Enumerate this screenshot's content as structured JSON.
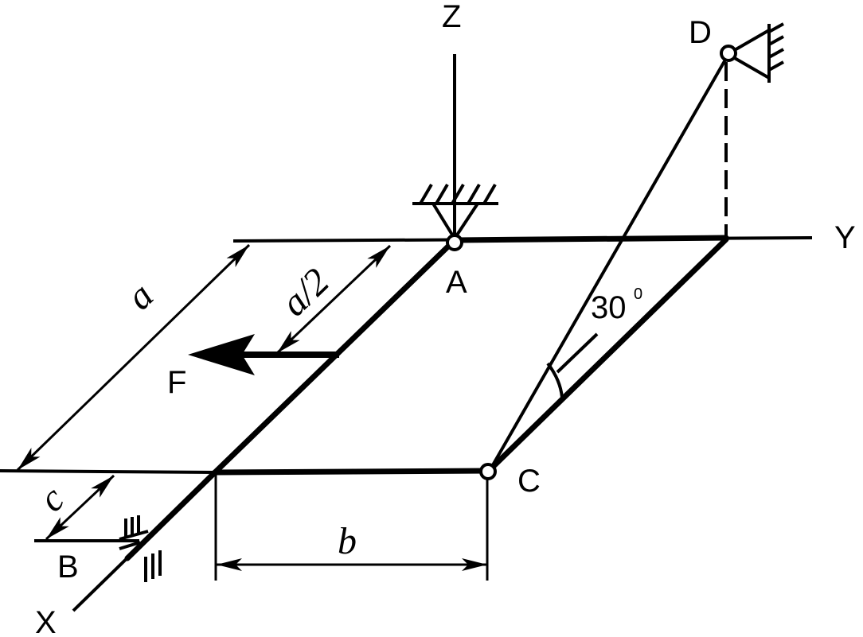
{
  "axes": {
    "x": "X",
    "y": "Y",
    "z": "Z"
  },
  "points": {
    "a": "A",
    "b": "B",
    "c": "C",
    "d": "D"
  },
  "force": "F",
  "dimensions": {
    "a": "a",
    "a_half": "a/2",
    "b": "b",
    "c": "c"
  },
  "angle": {
    "value": "30",
    "unit": "0"
  },
  "colors": {
    "ink": "#000000",
    "paper": "#ffffff"
  }
}
